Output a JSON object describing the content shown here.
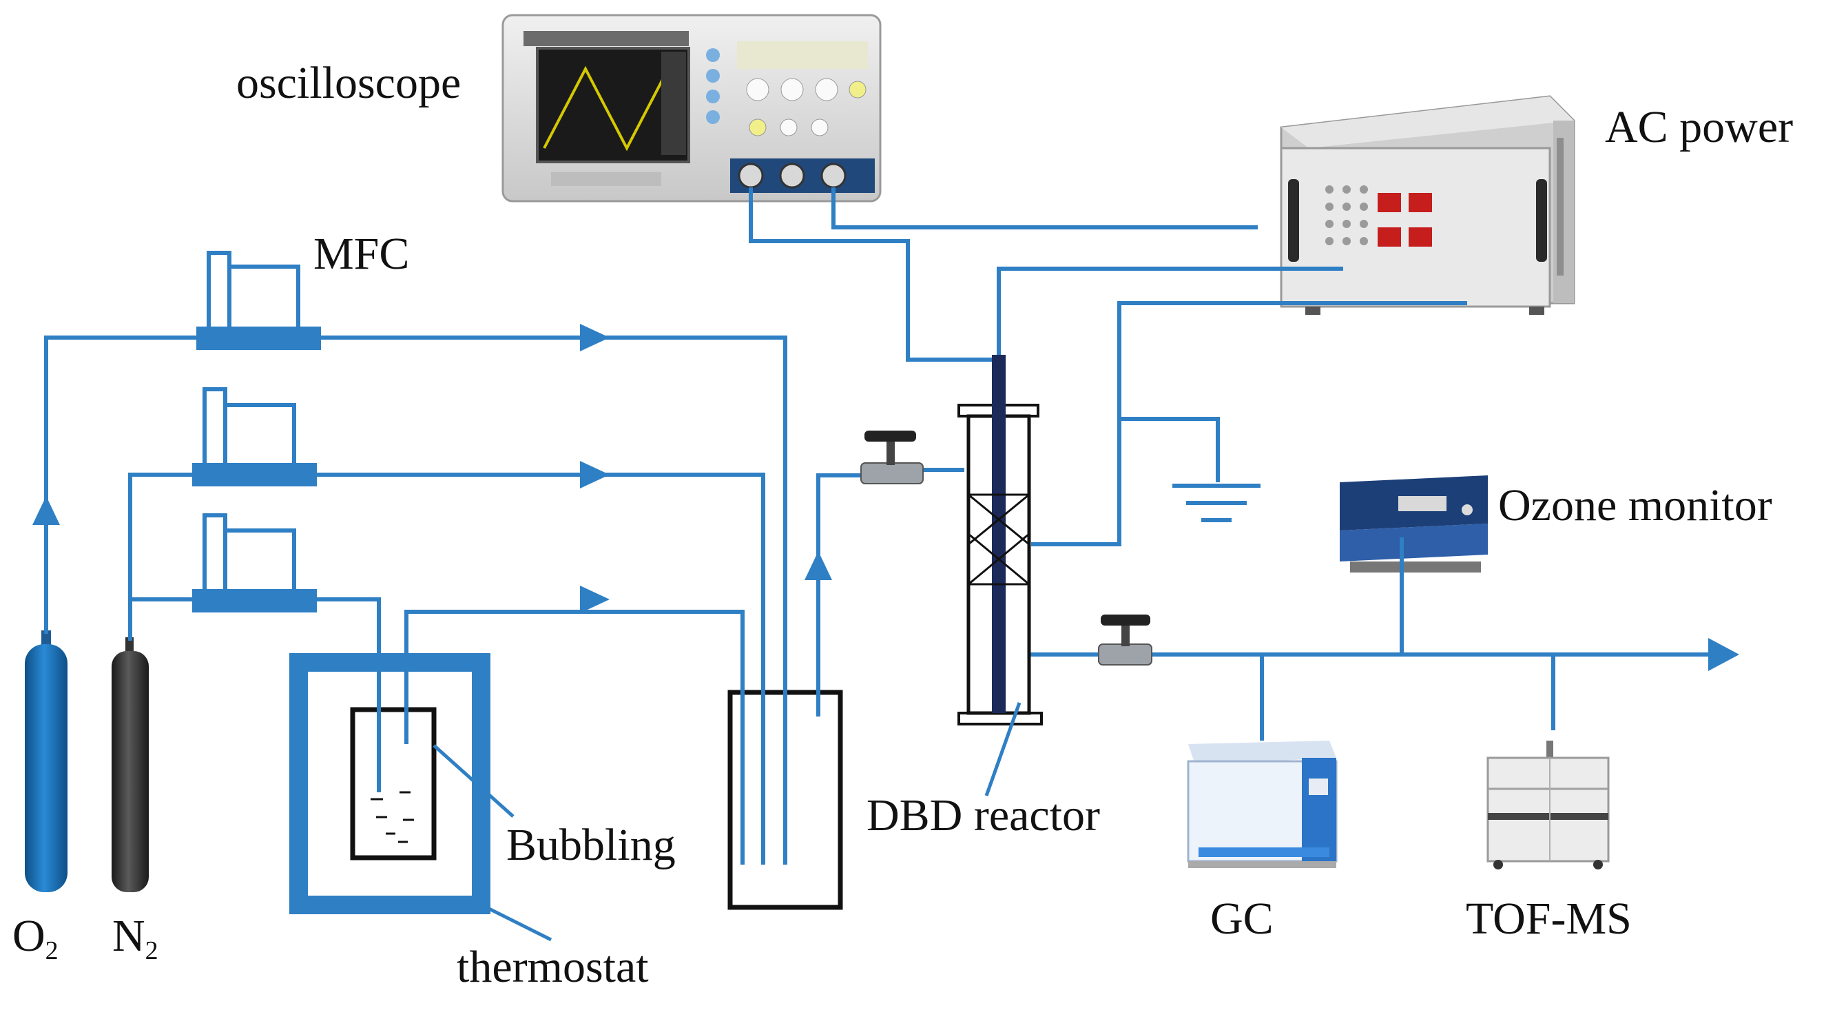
{
  "labels": {
    "oscilloscope": "oscilloscope",
    "ac_power": "AC power",
    "mfc": "MFC",
    "ozone_monitor": "Ozone monitor",
    "dbd_reactor": "DBD reactor",
    "bubbling": "Bubbling",
    "thermostat": "thermostat",
    "gc": "GC",
    "tof_ms": "TOF-MS",
    "o2_main": "O",
    "o2_sub": "2",
    "n2_main": "N",
    "n2_sub": "2"
  },
  "colors": {
    "line": "#2f7fc4",
    "thermostat": "#2f7fc4",
    "cylinder_o2": "#1a6fb0",
    "cylinder_n2": "#2b2b2b",
    "electrode": "#1c2a5a",
    "device_body": "#dcdcdc"
  },
  "icons": [
    "oscilloscope-icon",
    "ac-power-supply-icon",
    "ozone-monitor-icon",
    "gas-chromatograph-icon",
    "tof-ms-icon",
    "valve-icon",
    "ground-icon",
    "gas-cylinder-icon"
  ]
}
